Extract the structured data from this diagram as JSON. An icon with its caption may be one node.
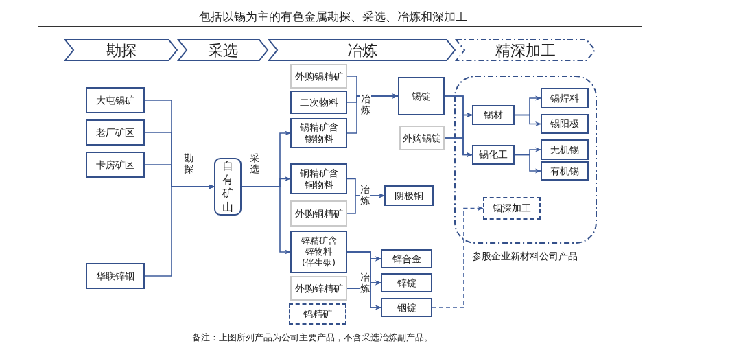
{
  "diagram": {
    "title": "包括以锡为主的有色金属勘探、采选、冶炼和深加工",
    "caption": "备注：上图所列产品为公司主要产品，不含采选冶炼副产品。",
    "nodes": [
      {
        "text": [
          "勘探"
        ]
      },
      {
        "text": [
          "采选"
        ]
      },
      {
        "text": [
          "冶炼"
        ]
      },
      {
        "text": [
          "精深加工"
        ]
      },
      {
        "text": [
          "大屯锡矿"
        ]
      },
      {
        "text": [
          "老厂矿区"
        ]
      },
      {
        "text": [
          "卡房矿区"
        ]
      },
      {
        "text": [
          "华联锌铟"
        ]
      },
      {
        "text": [
          "自有矿山"
        ]
      },
      {
        "text": [
          "外购锡精矿"
        ]
      },
      {
        "text": [
          "二次物料"
        ]
      },
      {
        "text": [
          "锡精矿含锡物料"
        ]
      },
      {
        "text": [
          "铜精矿含铜物料"
        ]
      },
      {
        "text": [
          "外购铜精矿"
        ]
      },
      {
        "text": [
          "锌精矿含锌物料(伴生铟)"
        ]
      },
      {
        "text": [
          "外购锌精矿"
        ]
      },
      {
        "text": [
          "钨精矿"
        ]
      },
      {
        "text": [
          "锡锭"
        ]
      },
      {
        "text": [
          "外购锡锭"
        ]
      },
      {
        "text": [
          "阴极铜"
        ]
      },
      {
        "text": [
          "锌合金"
        ]
      },
      {
        "text": [
          "锌锭"
        ]
      },
      {
        "text": [
          "铟锭"
        ]
      },
      {
        "text": [
          "参股企业新材料公司产品"
        ]
      },
      {
        "text": [
          "锡材"
        ],
        "in": 23
      },
      {
        "text": [
          "锡化工"
        ],
        "in": 23
      },
      {
        "text": [
          "锡焊料"
        ],
        "in": 23
      },
      {
        "text": [
          "锡阳极"
        ],
        "in": 23
      },
      {
        "text": [
          "无机锡"
        ],
        "in": 23
      },
      {
        "text": [
          "有机锡"
        ],
        "in": 23
      },
      {
        "text": [
          "铟深加工"
        ],
        "in": 23
      }
    ],
    "edges": [
      {
        "from": 4,
        "to": 8,
        "arrow": "to",
        "label": "勘探"
      },
      {
        "from": 5,
        "to": 8,
        "arrow": "to"
      },
      {
        "from": 6,
        "to": 8,
        "arrow": "to"
      },
      {
        "from": 7,
        "to": 8,
        "arrow": "to"
      },
      {
        "from": 8,
        "to": 11,
        "arrow": "to",
        "label": "采选"
      },
      {
        "from": 8,
        "to": 12,
        "arrow": "to"
      },
      {
        "from": 8,
        "to": 14,
        "arrow": "to"
      },
      {
        "from": 9,
        "to": 17,
        "arrow": "to"
      },
      {
        "from": 10,
        "to": 17,
        "arrow": "to",
        "label": "冶炼"
      },
      {
        "from": 11,
        "to": 17,
        "arrow": "to"
      },
      {
        "from": 12,
        "to": 19,
        "arrow": "to",
        "label": "冶炼"
      },
      {
        "from": 13,
        "to": 19,
        "arrow": "to"
      },
      {
        "from": 14,
        "to": 20,
        "arrow": "to"
      },
      {
        "from": 14,
        "to": 21,
        "arrow": "to",
        "label": "冶炼"
      },
      {
        "from": 14,
        "to": 22,
        "arrow": "to"
      },
      {
        "from": 15,
        "to": 20,
        "arrow": "to"
      },
      {
        "from": 15,
        "to": 21,
        "arrow": "to"
      },
      {
        "from": 15,
        "to": 22,
        "arrow": "to"
      },
      {
        "from": 17,
        "to": 24,
        "arrow": "to"
      },
      {
        "from": 17,
        "to": 25,
        "arrow": "to"
      },
      {
        "from": 18,
        "to": 24,
        "arrow": "to"
      },
      {
        "from": 18,
        "to": 25,
        "arrow": "to"
      },
      {
        "from": 24,
        "to": 26,
        "arrow": "to"
      },
      {
        "from": 24,
        "to": 27,
        "arrow": "to"
      },
      {
        "from": 25,
        "to": 28,
        "arrow": "to"
      },
      {
        "from": 25,
        "to": 29,
        "arrow": "to"
      },
      {
        "from": 22,
        "to": 30,
        "arrow": "to",
        "style": "dashed"
      }
    ]
  }
}
